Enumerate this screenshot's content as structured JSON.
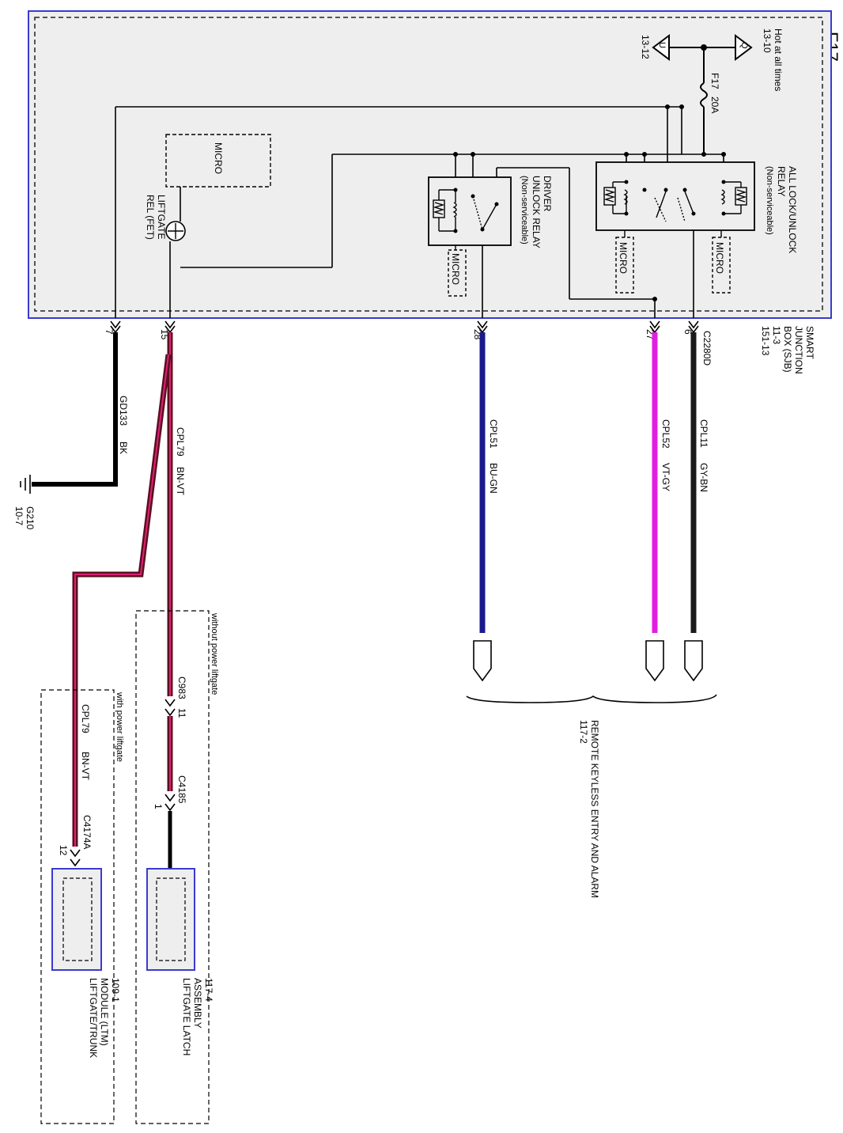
{
  "page": {
    "ref": "F17"
  },
  "sjb": {
    "line1": "SMART",
    "line2": "JUNCTION",
    "line3": "BOX (SJB)",
    "line4": "11-3",
    "line5": "151-13",
    "connector": "C2280D"
  },
  "power": {
    "hot_label": "Hot at all times",
    "hot_ref": "13-10",
    "hot_symbol": "Q",
    "u_symbol": "U",
    "u_ref": "13-12",
    "fuse_name": "F17",
    "fuse_rating": "20A"
  },
  "relays": {
    "all_lock_l1": "ALL LOCK/UNLOCK",
    "all_lock_l2": "RELAY",
    "all_lock_l3": "(Non-serviceable)",
    "driver_l1": "DRIVER",
    "driver_l2": "UNLOCK RELAY",
    "driver_l3": "(Non-serviceable)",
    "micro": "MICRO",
    "liftgate_l1": "LIFTGATE",
    "liftgate_l2": "REL (FET)"
  },
  "pins": {
    "p6": "6",
    "p27": "27",
    "p28": "28",
    "p15": "15",
    "p7": "7"
  },
  "wires": {
    "cpl11_id": "CPL11",
    "cpl11_color": "GY-BN",
    "cpl52_id": "CPL52",
    "cpl52_color": "VT-GY",
    "cpl51_id": "CPL51",
    "cpl51_color": "BU-GN",
    "cpl79_id": "CPL79",
    "cpl79_color": "BN-VT",
    "gd133_id": "GD133",
    "gd133_color": "BK"
  },
  "ground": {
    "name": "G210",
    "ref": "10-7"
  },
  "rke": {
    "label": "REMOTE KEYLESS ENTRY AND ALARM",
    "ref": "117-2"
  },
  "variants": {
    "without_power": "without power liftgate",
    "with_power": "with power liftgate"
  },
  "connectors": {
    "c983": "C983",
    "c983_pin": "11",
    "c4185": "C4185",
    "c4185_pin": "1",
    "c4174a": "C4174A",
    "c4174a_pin": "12"
  },
  "components": {
    "latch_l1": "LIFTGATE LATCH",
    "latch_l2": "ASSEMBLY",
    "latch_ref": "117-4",
    "ltm_l1": "LIFTGATE/TRUNK",
    "ltm_l2": "MODULE (LTM)",
    "ltm_ref": "109-1"
  },
  "colors": {
    "frame": "#3a3ad0",
    "box_fill": "#eeeeee",
    "gy_bn": "#1a1a1a",
    "vt_gy": "#e020e0",
    "bu_gn": "#1a1a8c",
    "bn_vt_core": "#5a0f1e",
    "bn_vt_stripe": "#e0207a",
    "bk": "#000000"
  }
}
